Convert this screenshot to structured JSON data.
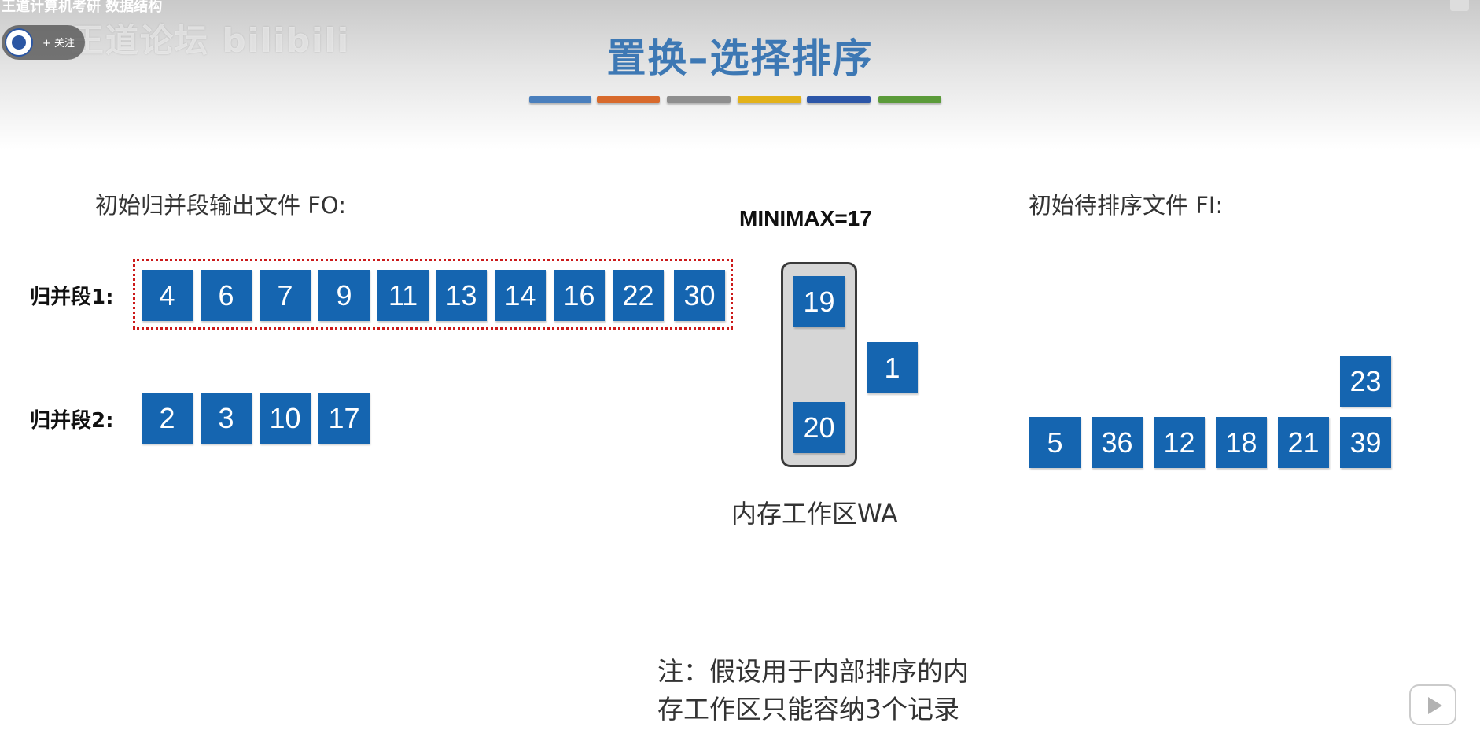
{
  "overlay": {
    "video_title": "王道计算机考研 数据结构",
    "follow_label": "+ 关注",
    "watermark": "王道论坛 bilibili"
  },
  "slide": {
    "title": "置换–选择排序",
    "title_bar_colors": [
      "#4a7fbd",
      "#d86a2c",
      "#8f8f8f",
      "#e3b21a",
      "#2c56a8",
      "#5b9b3a"
    ],
    "output_label": "初始归并段输出文件 FO:",
    "input_label": "初始待排序文件 FI:",
    "runs": [
      {
        "label": "归并段1:",
        "values": [
          "4",
          "6",
          "7",
          "9",
          "11",
          "13",
          "14",
          "16",
          "22",
          "30"
        ]
      },
      {
        "label": "归并段2:",
        "values": [
          "2",
          "3",
          "10",
          "17"
        ]
      }
    ],
    "minimax": "MINIMAX=17",
    "workarea": {
      "label": "内存工作区WA",
      "values": [
        "19",
        "20"
      ],
      "side_value": "1"
    },
    "input_file": {
      "values": [
        "5",
        "36",
        "12",
        "18",
        "21",
        "39"
      ],
      "stacked_value": "23"
    },
    "note_line1": "注：假设用于内部排序的内",
    "note_line2": "存工作区只能容纳3个记录"
  },
  "colors": {
    "cell": "#1565b0",
    "title": "#3d78b4",
    "dotted_border": "#cc1a1a"
  }
}
